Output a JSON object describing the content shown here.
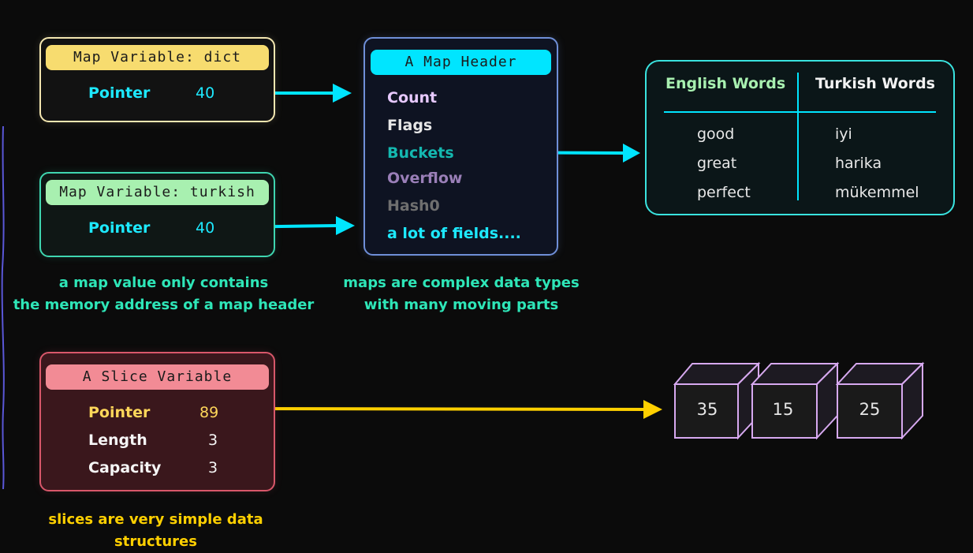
{
  "map_dict": {
    "title": "Map Variable: dict",
    "pointer_label": "Pointer",
    "pointer_value": "40"
  },
  "map_turkish": {
    "title": "Map Variable: turkish",
    "pointer_label": "Pointer",
    "pointer_value": "40"
  },
  "map_header": {
    "title": "A Map Header",
    "fields": [
      "Count",
      "Flags",
      "Buckets",
      "Overflow",
      "Hash0",
      "a lot of fields...."
    ]
  },
  "captions": {
    "map_value_line1": "a map value only contains",
    "map_value_line2": "the memory address of a map header",
    "map_complex_line1": "maps are complex data types",
    "map_complex_line2": "with many moving parts",
    "slices_simple": "slices are very simple data structures"
  },
  "words_table": {
    "header_english": "English Words",
    "header_turkish": "Turkish Words",
    "english": [
      "good",
      "great",
      "perfect"
    ],
    "turkish": [
      "iyi",
      "harika",
      "mükemmel"
    ]
  },
  "slice": {
    "title": "A Slice Variable",
    "pointer_label": "Pointer",
    "pointer_value": "89",
    "length_label": "Length",
    "length_value": "3",
    "capacity_label": "Capacity",
    "capacity_value": "3"
  },
  "array_values": [
    "35",
    "15",
    "25"
  ],
  "colors": {
    "cyan": "#00e5ff",
    "yellow": "#ffd000",
    "dict_pill": "#f7dc6f",
    "turkish_pill": "#a8f0b0",
    "slice_pill": "#f28b95",
    "teal_text": "#2ee6b8"
  }
}
